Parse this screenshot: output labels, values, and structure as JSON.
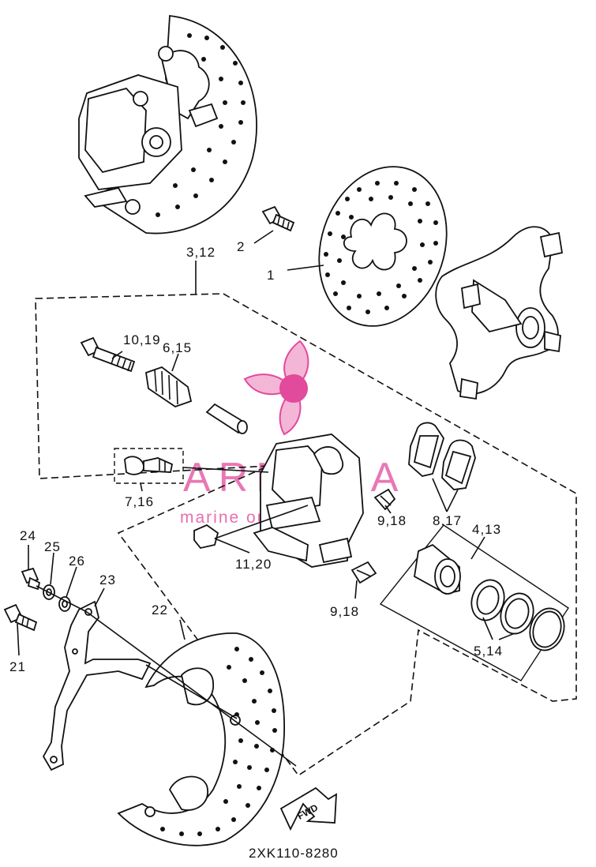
{
  "diagram_code": "2XK110-8280",
  "fwd_label": "FWD",
  "watermark": {
    "brand": "ARMADA",
    "tagline": "marine outboards",
    "color": "#e24a9c"
  },
  "callouts": [
    {
      "id": "c1",
      "text": "1"
    },
    {
      "id": "c2",
      "text": "2"
    },
    {
      "id": "c3",
      "text": "3,12"
    },
    {
      "id": "c4",
      "text": "4,13"
    },
    {
      "id": "c5",
      "text": "5,14"
    },
    {
      "id": "c6",
      "text": "6,15"
    },
    {
      "id": "c7",
      "text": "7,16"
    },
    {
      "id": "c8",
      "text": "8,17"
    },
    {
      "id": "c9a",
      "text": "9,18"
    },
    {
      "id": "c9b",
      "text": "9,18"
    },
    {
      "id": "c10",
      "text": "10,19"
    },
    {
      "id": "c11",
      "text": "11,20"
    },
    {
      "id": "c21",
      "text": "21"
    },
    {
      "id": "c22",
      "text": "22"
    },
    {
      "id": "c23",
      "text": "23"
    },
    {
      "id": "c24",
      "text": "24"
    },
    {
      "id": "c25",
      "text": "25"
    },
    {
      "id": "c26",
      "text": "26"
    }
  ]
}
